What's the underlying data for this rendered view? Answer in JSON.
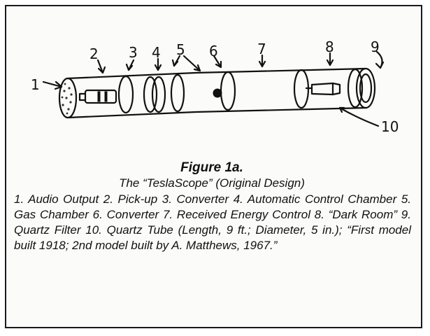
{
  "figure": {
    "title": "Figure 1a.",
    "subtitle": "The “TeslaScope” (Original Design)",
    "description": "1. Audio Output 2. Pick-up 3. Converter 4. Automatic Control Chamber 5. Gas Chamber 6. Converter 7. Received Energy Control 8. “Dark Room” 9. Quartz Filter 10. Quartz Tube (Length, 9 ft.; Diameter, 5 in.); “First model built 1918; 2nd model built by A. Matthews, 1967.”"
  },
  "diagram": {
    "callouts": [
      "1",
      "2",
      "3",
      "4",
      "5",
      "6",
      "7",
      "8",
      "9",
      "10"
    ]
  }
}
